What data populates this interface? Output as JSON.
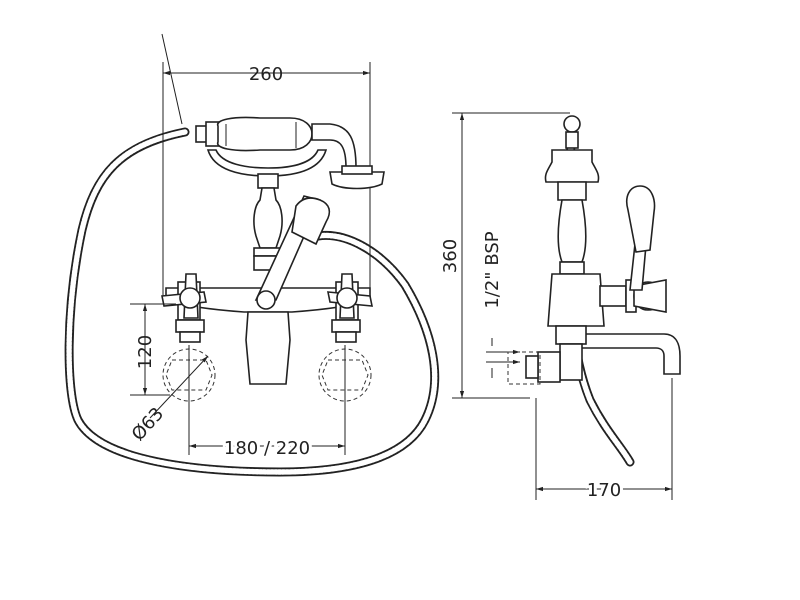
{
  "dimensions": {
    "width_front": "260",
    "height_front": "120",
    "hole_diameter": "Ø63",
    "centres": "180 / 220",
    "height_side": "360",
    "thread": "1/2\" BSP",
    "projection": "170"
  }
}
